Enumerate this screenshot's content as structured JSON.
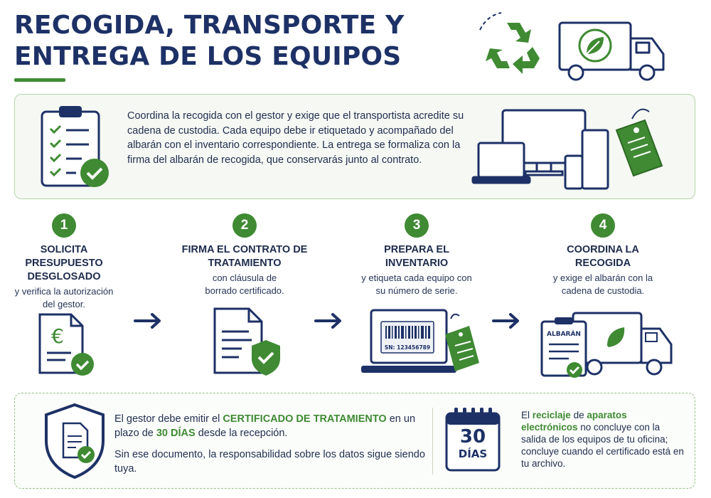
{
  "title": "RECOGIDA, TRANSPORTE Y ENTREGA DE LOS EQUIPOS",
  "intro": {
    "text": "Coordina la recogida con el gestor y exige que el transportista acredite su cadena de custodia. Cada equipo debe ir etiquetado y acompañado del albarán con el inventario correspondiente. La entrega se formaliza con la firma del albarán de recogida, que conservarás junto al contrato."
  },
  "steps": [
    {
      "number": "1",
      "title": "SOLICITA PRESUPUESTO DESGLOSADO",
      "desc": "y verifica la autorización del gestor.",
      "icon": "invoice-euro-icon",
      "icon_text": "€"
    },
    {
      "number": "2",
      "title": "FIRMA EL CONTRATO DE TRATAMIENTO",
      "desc": "con cláusula de borrado certificado.",
      "icon": "contract-shield-icon"
    },
    {
      "number": "3",
      "title": "PREPARA EL INVENTARIO",
      "desc": "y etiqueta cada equipo con su número de serie.",
      "icon": "laptop-barcode-icon",
      "icon_text": "SN: 123456789"
    },
    {
      "number": "4",
      "title": "COORDINA LA RECOGIDA",
      "desc": "y exige el albarán con la cadena de custodia.",
      "icon": "delivery-truck-icon",
      "icon_text": "ALBARÁN"
    }
  ],
  "certificate": {
    "line1_pre": "El gestor debe emitir el ",
    "line1_hl": "CERTIFICADO DE TRATAMIENTO",
    "line1_mid": " en un plazo de ",
    "line1_hl2": "30 DÍAS",
    "line1_post": " desde la recepción.",
    "line2": "Sin ese documento, la responsabilidad sobre los datos sigue siendo tuya."
  },
  "calendar": {
    "number": "30",
    "label": "DÍAS"
  },
  "note": {
    "pre": "El ",
    "hl1": "reciclaje",
    "mid1": " de ",
    "hl2": "aparatos electrónicos",
    "post": " no concluye con la salida de los equipos de tu oficina; concluye cuando el certificado está en tu archivo."
  },
  "colors": {
    "navy": "#1d3166",
    "green": "#3f8a33",
    "light_green": "#f5f8f3"
  }
}
